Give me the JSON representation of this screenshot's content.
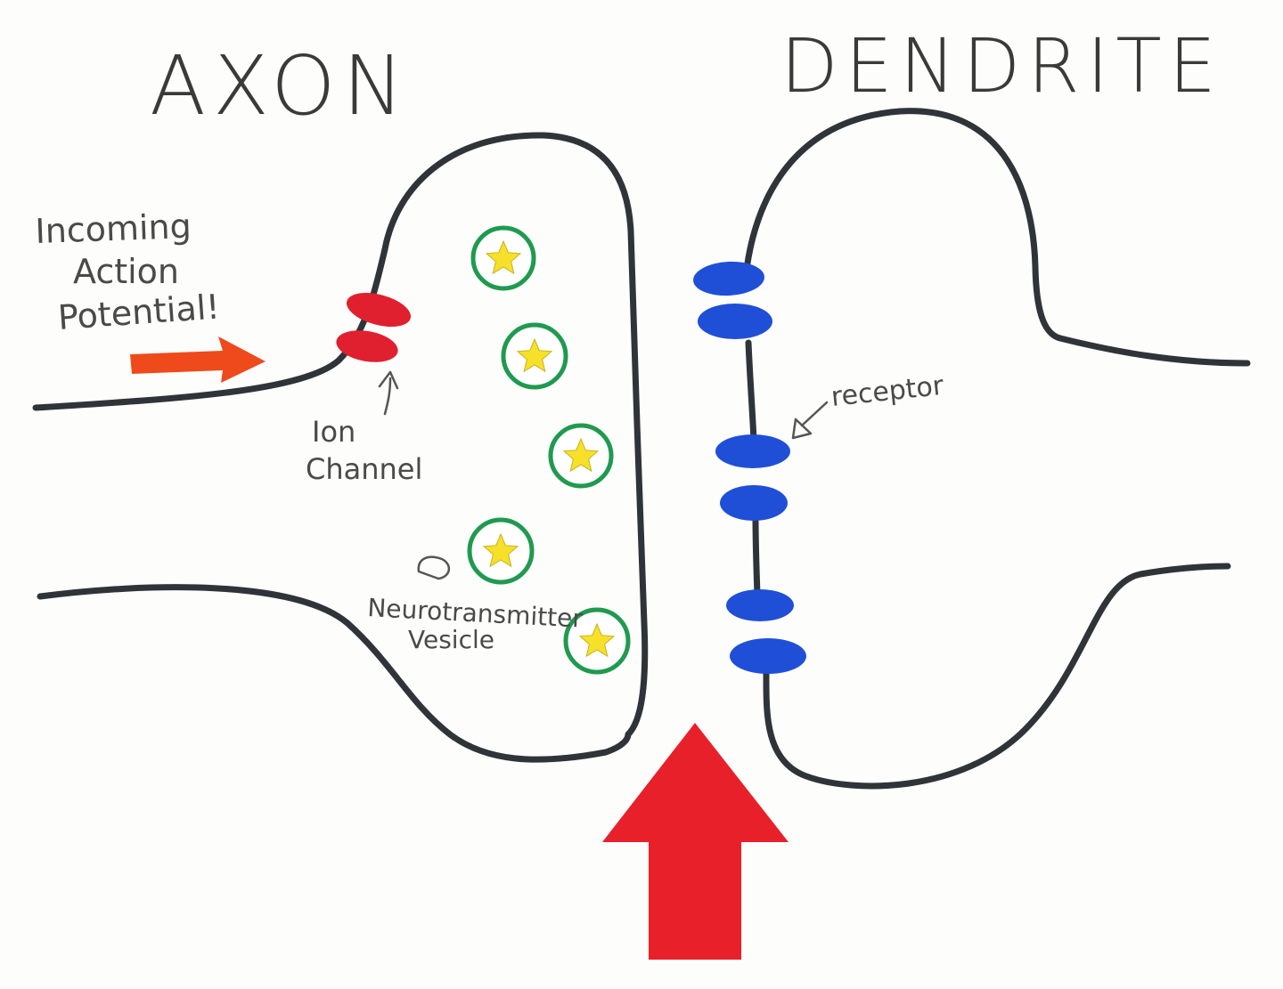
{
  "titles": {
    "axon": "AXON",
    "dendrite": "DENDRITE"
  },
  "labels": {
    "incoming_line1": "Incoming",
    "incoming_line2": "Action",
    "incoming_line3": "Potential!",
    "ion_channel_line1": "Ion",
    "ion_channel_line2": "Channel",
    "receptor": "receptor",
    "vesicle_line1": "Neurotransmitter",
    "vesicle_line2": "Vesicle"
  },
  "colors": {
    "membrane": "#2f3438",
    "ion_channel": "#e0202e",
    "receptor": "#1f4fd6",
    "vesicle_ring": "#1f9a4f",
    "neurotransmitter_star": "#f6e02a",
    "small_arrow": "#ee4a1c",
    "big_arrow": "#e8202a"
  },
  "icons": {
    "vesicle": "star-in-circle-icon",
    "incoming_arrow": "arrow-right-icon",
    "release_arrow": "arrow-up-icon"
  }
}
